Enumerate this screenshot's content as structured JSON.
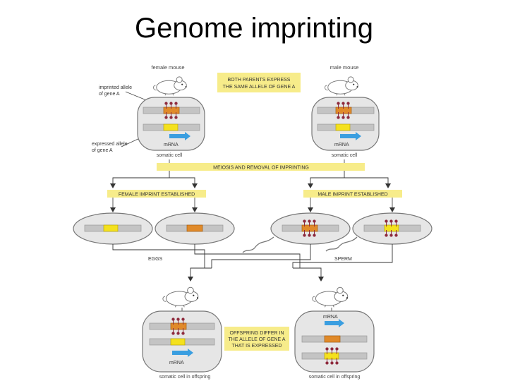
{
  "title": "Genome imprinting",
  "labels": {
    "female_mouse": "female mouse",
    "male_mouse": "male mouse",
    "imprinted_allele": [
      "imprinted allele",
      "of gene A"
    ],
    "expressed_allele": [
      "expressed allele",
      "of gene A"
    ],
    "both_parents": [
      "BOTH PARENTS EXPRESS",
      "THE SAME ALLELE OF GENE A"
    ],
    "mrna": "mRNA",
    "somatic_cell": "somatic cell",
    "meiosis": "MEIOSIS AND REMOVAL OF IMPRINTING",
    "female_imprint": "FEMALE IMPRINT ESTABLISHED",
    "male_imprint": "MALE IMPRINT ESTABLISHED",
    "eggs": "EGGS",
    "sperm": "SPERM",
    "offspring_differ": [
      "OFFSPRING DIFFER IN",
      "THE ALLELE OF GENE A",
      "THAT IS EXPRESSED"
    ],
    "somatic_cell_offspring": "somatic cell in offspring"
  },
  "colors": {
    "highlight": "#f7ec8a",
    "imprinted_gene": "#e08a2a",
    "expressed_gene": "#f4e11e",
    "arrow": "#3a9ee0",
    "lollipop": "#8e2a3c",
    "chromosome": "#bdbdbd",
    "cell_fill": "#e6e6e6"
  }
}
